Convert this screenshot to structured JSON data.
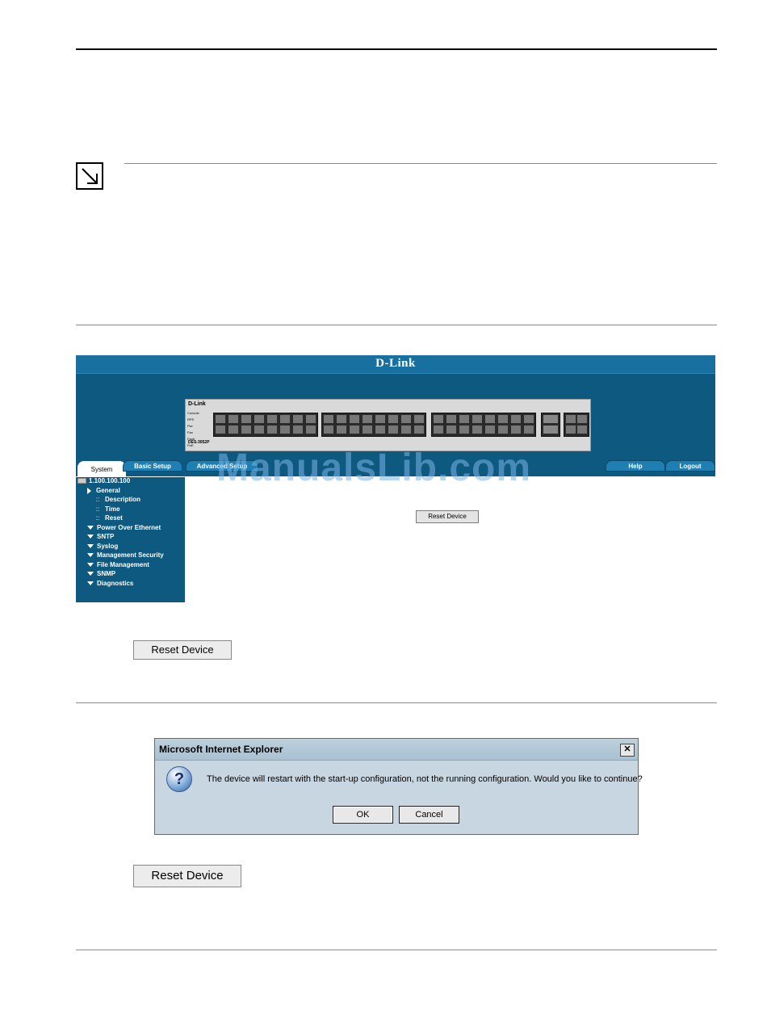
{
  "webui": {
    "logo": "D-Link",
    "panel_logo": "D-Link",
    "panel_model": "DES-3052P",
    "panel_leds": [
      "Console",
      "RPS",
      "Pwr",
      "Fan",
      "Fault",
      "PoE"
    ],
    "tabs": {
      "system": "System",
      "basic_setup": "Basic Setup",
      "advanced_setup": "Advanced Setup",
      "help": "Help",
      "logout": "Logout"
    },
    "tree": {
      "root": "1.100.100.100",
      "items": [
        {
          "label": "General",
          "kind": "open"
        },
        {
          "label": "Description",
          "kind": "sub"
        },
        {
          "label": "Time",
          "kind": "sub"
        },
        {
          "label": "Reset",
          "kind": "sub"
        },
        {
          "label": "Power Over Ethernet",
          "kind": "closed"
        },
        {
          "label": "SNTP",
          "kind": "closed"
        },
        {
          "label": "Syslog",
          "kind": "closed"
        },
        {
          "label": "Management Security",
          "kind": "closed"
        },
        {
          "label": "File Management",
          "kind": "closed"
        },
        {
          "label": "SNMP",
          "kind": "closed"
        },
        {
          "label": "Diagnostics",
          "kind": "closed"
        }
      ]
    },
    "reset_button": "Reset Device"
  },
  "reset_button_1": "Reset Device",
  "dialog": {
    "title": "Microsoft Internet Explorer",
    "close_label": "✕",
    "message": "The device will restart with the start-up configuration, not the running configuration. Would you like to continue?",
    "ok": "OK",
    "cancel": "Cancel"
  },
  "reset_button_2": "Reset Device",
  "watermark": "ManualsLib.com"
}
